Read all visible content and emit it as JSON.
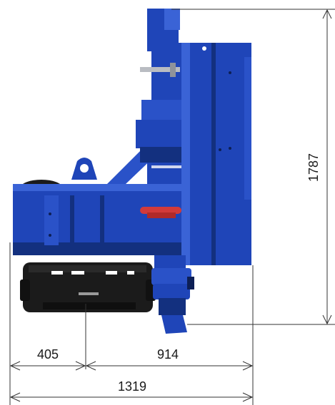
{
  "dimensions": {
    "height": "1787",
    "width_left": "405",
    "width_right": "914",
    "width_total": "1319"
  },
  "colors": {
    "body_blue": "#1f45b8",
    "body_blue_dark": "#13307f",
    "body_blue_light": "#3a63d6",
    "base_black": "#1b1b1b",
    "accent_red": "#d23a3a",
    "shaft_grey": "#b9bcc2"
  }
}
